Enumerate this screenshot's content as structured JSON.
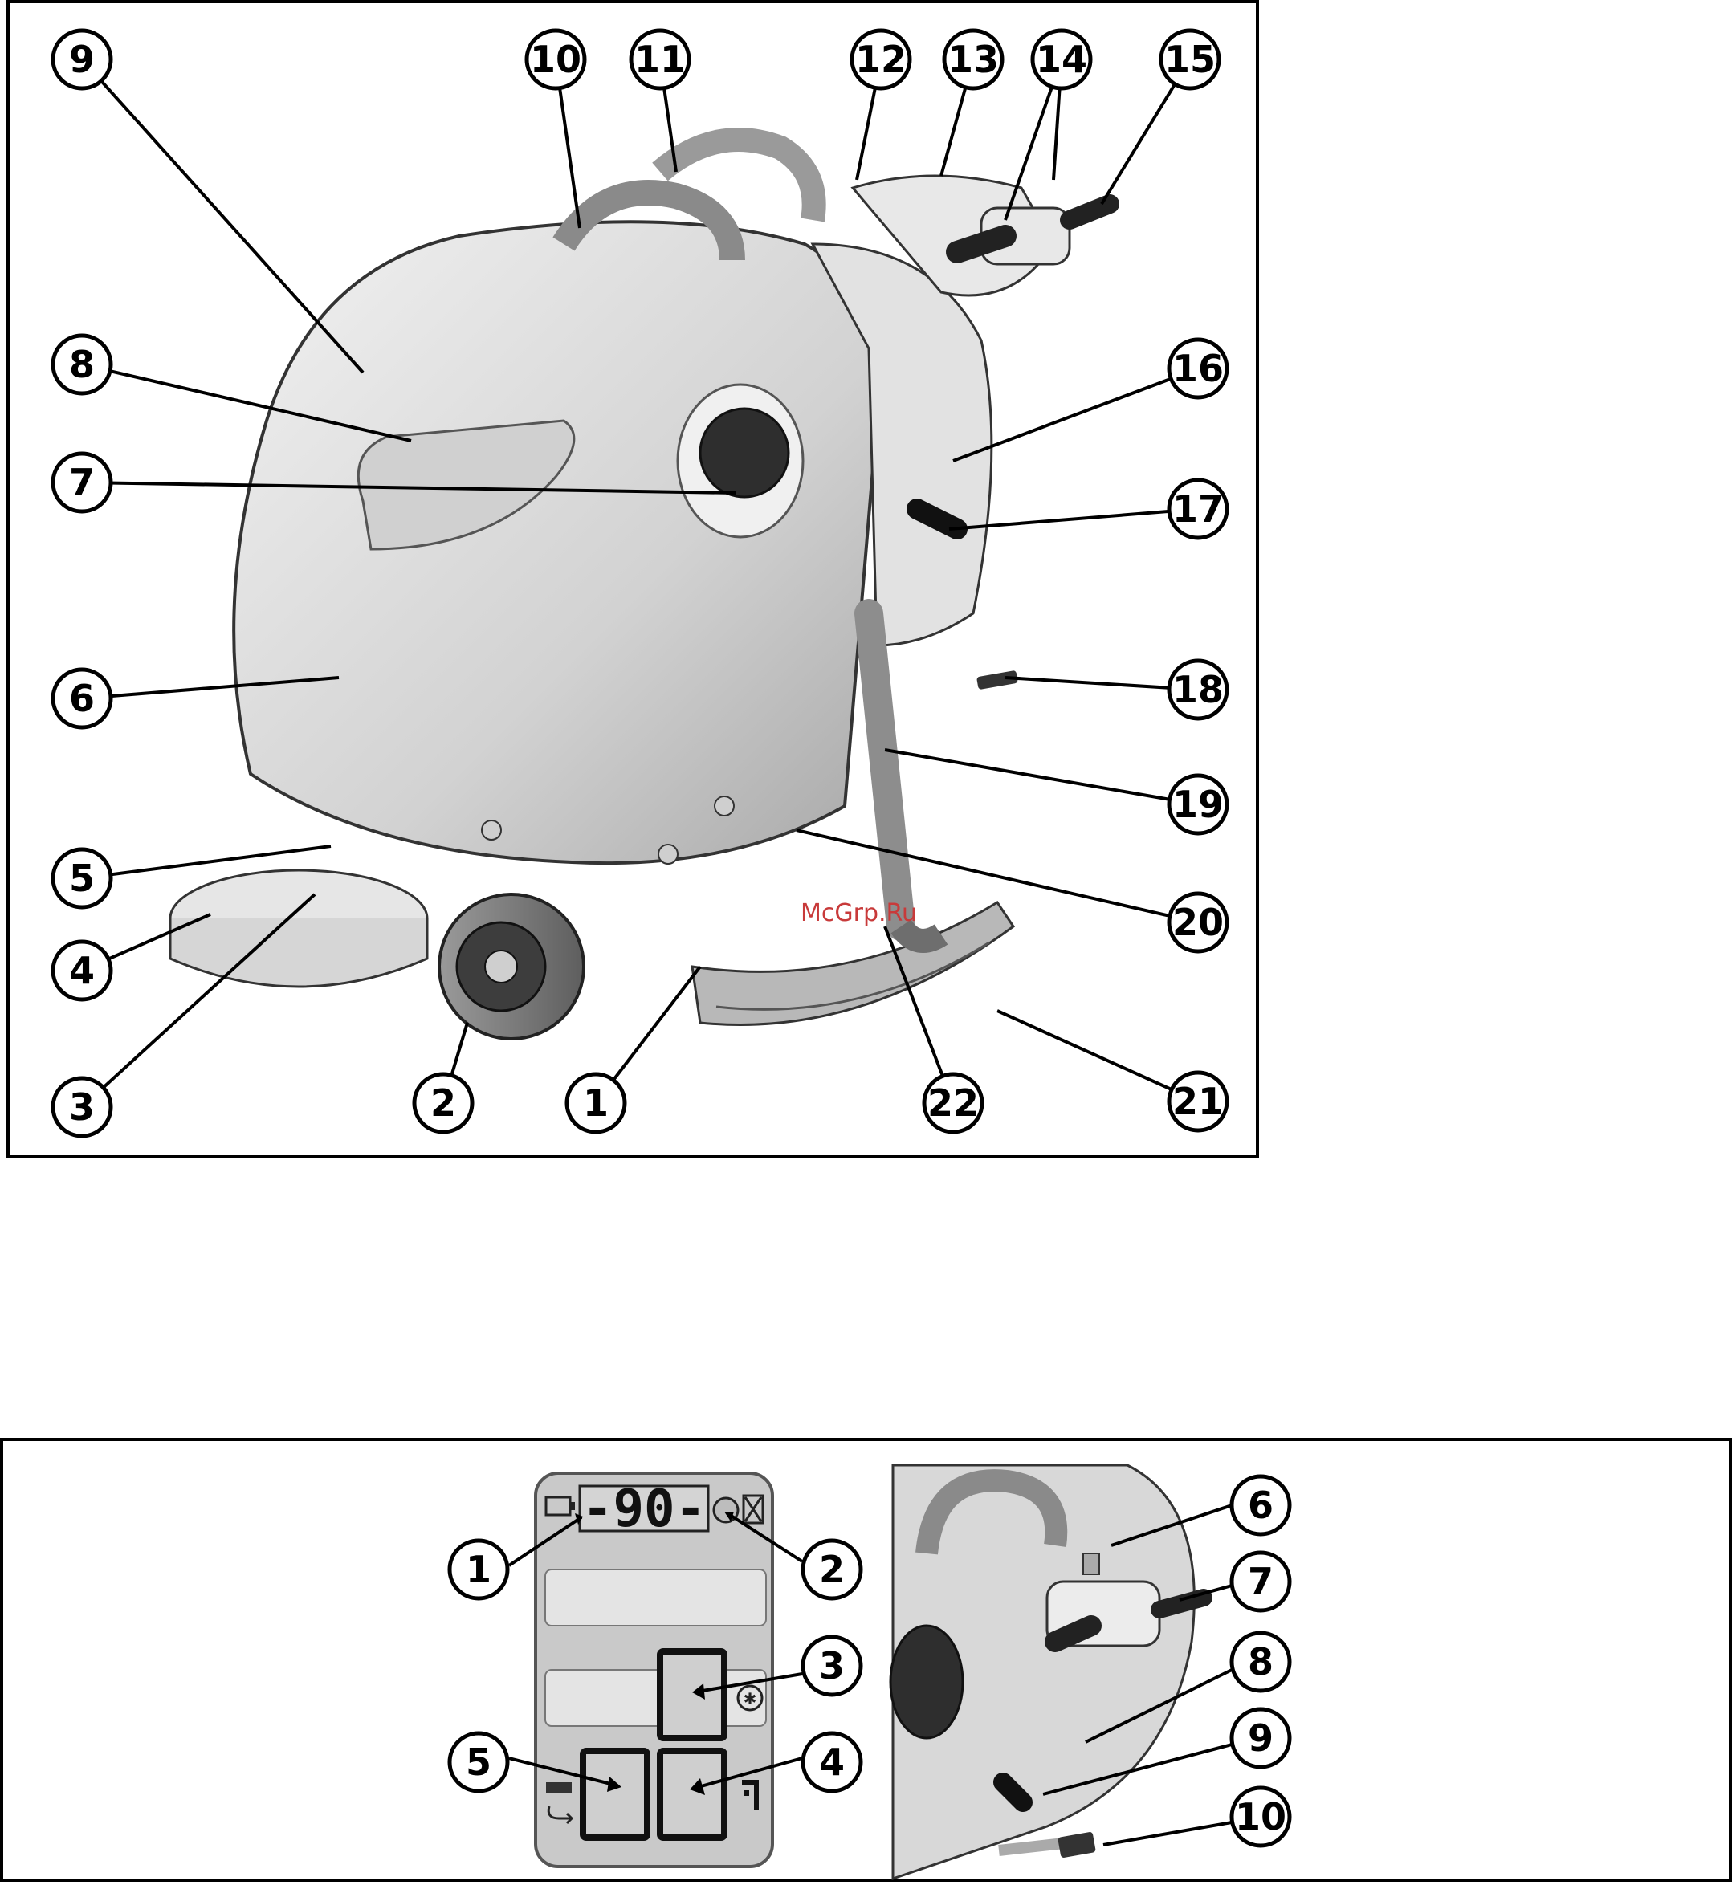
{
  "figure1": {
    "callouts": [
      {
        "n": "1"
      },
      {
        "n": "2"
      },
      {
        "n": "3"
      },
      {
        "n": "4"
      },
      {
        "n": "5"
      },
      {
        "n": "6"
      },
      {
        "n": "7"
      },
      {
        "n": "8"
      },
      {
        "n": "9"
      },
      {
        "n": "10"
      },
      {
        "n": "11"
      },
      {
        "n": "12"
      },
      {
        "n": "13"
      },
      {
        "n": "14"
      },
      {
        "n": "15"
      },
      {
        "n": "16"
      },
      {
        "n": "17"
      },
      {
        "n": "18"
      },
      {
        "n": "19"
      },
      {
        "n": "20"
      },
      {
        "n": "21"
      },
      {
        "n": "22"
      }
    ],
    "watermark": "McGrp.Ru"
  },
  "figure2": {
    "display_text": "-90-",
    "panel_callouts": [
      {
        "n": "1"
      },
      {
        "n": "2"
      },
      {
        "n": "3"
      },
      {
        "n": "4"
      },
      {
        "n": "5"
      }
    ],
    "detail_callouts": [
      {
        "n": "6"
      },
      {
        "n": "7"
      },
      {
        "n": "8"
      },
      {
        "n": "9"
      },
      {
        "n": "10"
      }
    ]
  },
  "colors": {
    "line": "#000000",
    "body": "#d9d9d9",
    "panel": "#c9c9c9",
    "watermark": "#c83a3a"
  }
}
